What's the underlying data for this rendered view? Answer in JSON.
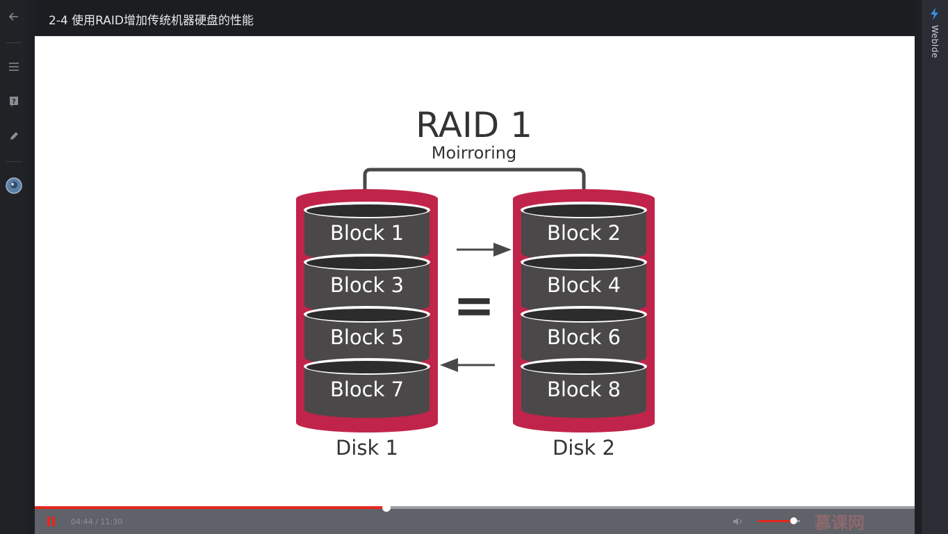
{
  "header": {
    "title": "2-4 使用RAID增加传统机器硬盘的性能"
  },
  "left_rail": {
    "icons": [
      "back-arrow-icon",
      "menu-icon",
      "question-icon",
      "pencil-icon",
      "avatar-icon"
    ]
  },
  "right_rail": {
    "label": "WebIde",
    "icon": "lightning-icon"
  },
  "slide": {
    "title": "RAID 1",
    "subtitle": "Moirroring",
    "equals": "=",
    "disks": [
      {
        "label": "Disk 1",
        "blocks": [
          "Block 1",
          "Block 3",
          "Block 5",
          "Block 7"
        ]
      },
      {
        "label": "Disk 2",
        "blocks": [
          "Block 2",
          "Block 4",
          "Block 6",
          "Block 8"
        ]
      }
    ]
  },
  "player": {
    "time": "04:44 / 11:30",
    "progress": 0.4,
    "volume": 0.85,
    "watermark": "慕课网"
  },
  "colors": {
    "accent": "#e5271c",
    "disk_border": "#c1244a",
    "platter": "#4a4849",
    "slide_text": "#333333"
  }
}
